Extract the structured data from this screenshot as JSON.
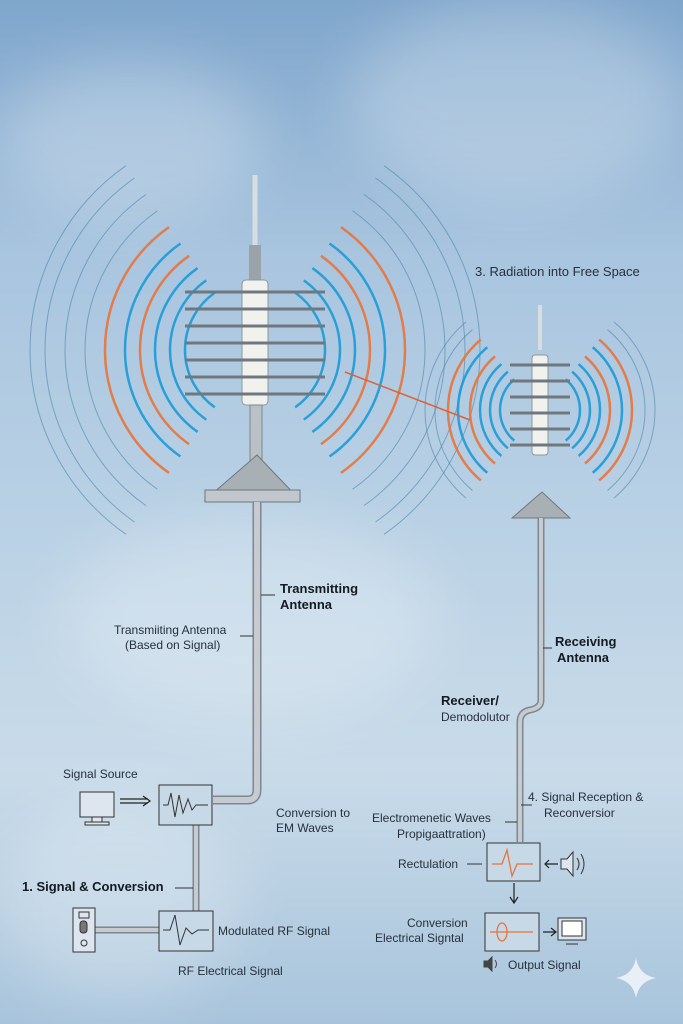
{
  "labels": {
    "radiation": "3. Radiation into Free Space",
    "transmitting_antenna_1": "Transmitting",
    "transmitting_antenna_2": "Antenna",
    "tx_based_1": "Transmiiting Antenna",
    "tx_based_2": "(Based on Signal)",
    "signal_source": "Signal Source",
    "conversion_em_1": "Conversion to",
    "conversion_em_2": "EM Waves",
    "signal_conversion": "1. Signal & Conversion",
    "modulated_rf": "Modulated RF Signal",
    "rf_electrical": "RF Electrical Signal",
    "receiving_antenna_1": "Receiving",
    "receiving_antenna_2": "Antenna",
    "receiver_1": "Receiver/",
    "receiver_2": "Demodolutor",
    "reception_1": "4. Signal Reception &",
    "reception_2": "Reconversior",
    "em_waves_1": "Electromenetic Waves",
    "em_waves_2": "Propigaattration)",
    "rectulation": "Rectulation",
    "conversion_electrical_1": "Conversion",
    "conversion_electrical_2": "Electrical Signtal",
    "output_signal": "Output Signal"
  },
  "colors": {
    "blue_wave": "#1c9ad6",
    "orange_wave": "#e8733a",
    "thin_wave": "#4d86a8",
    "mast": "#b9c0c6"
  }
}
